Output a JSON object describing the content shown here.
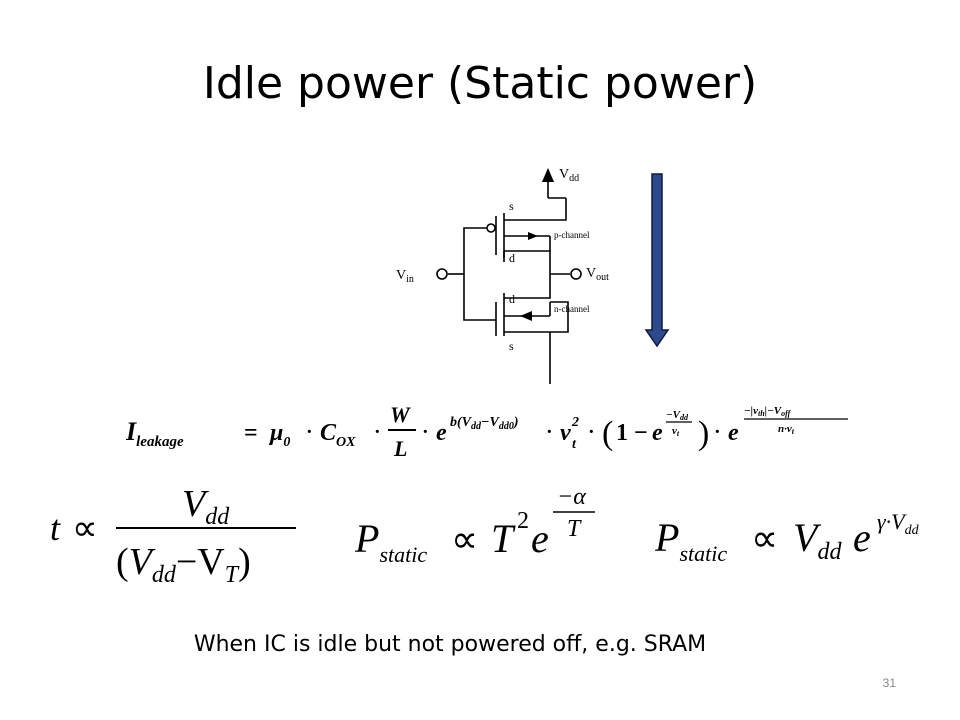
{
  "slide": {
    "title": "Idle power (Static power)",
    "caption": "When IC is idle but not powered off, e.g. SRAM",
    "page_number": "31"
  },
  "circuit": {
    "labels": {
      "vdd": "V",
      "vdd_sub": "dd",
      "vin": "V",
      "vin_sub": "in",
      "vout": "V",
      "vout_sub": "out",
      "s_top": "s",
      "d_top": "d",
      "d_bottom": "d",
      "s_bottom": "s",
      "p_channel": "p-channel",
      "n_channel": "n-channel"
    }
  },
  "colors": {
    "arrow_fill": "#2e4a8f",
    "arrow_stroke": "#0d1b3d"
  },
  "equations": {
    "leakage": {
      "lhs": "I",
      "lhs_sub": "leakage",
      "mu": "μ",
      "mu_sub": "0",
      "cox": "C",
      "cox_sub": "OX",
      "w": "W",
      "l": "L",
      "e": "e",
      "exp1": "b(V",
      "exp1_sub1": "dd",
      "exp1_mid": "−V",
      "exp1_sub2": "dd0",
      "exp1_end": ")",
      "vt": "v",
      "vt_sub": "t",
      "vt_sup": "2",
      "one": "1",
      "minus": "−",
      "exp2_num": "−V",
      "exp2_num_sub": "dd",
      "exp2_den": "v",
      "exp2_den_sub": "t",
      "exp3_num": "−|v",
      "exp3_num_sub1": "th",
      "exp3_num_mid": "|−V",
      "exp3_num_sub2": "off",
      "exp3_den": "n·v",
      "exp3_den_sub": "t"
    },
    "time": {
      "t": "t",
      "prop": "∝",
      "num": "V",
      "num_sub": "dd",
      "den_open": "(V",
      "den_sub1": "dd",
      "den_mid": "−V",
      "den_sub2": "T",
      "den_close": ")"
    },
    "pstatic_temp": {
      "p": "P",
      "p_sub": "static",
      "prop": "∝",
      "t": "T",
      "t_sup": "2",
      "e": "e",
      "exp_num": "−α",
      "exp_den": "T"
    },
    "pstatic_vdd": {
      "p": "P",
      "p_sub": "static",
      "prop": "∝",
      "v": "V",
      "v_sub": "dd",
      "e": "e",
      "exp": "γ·V",
      "exp_sub": "dd"
    }
  }
}
